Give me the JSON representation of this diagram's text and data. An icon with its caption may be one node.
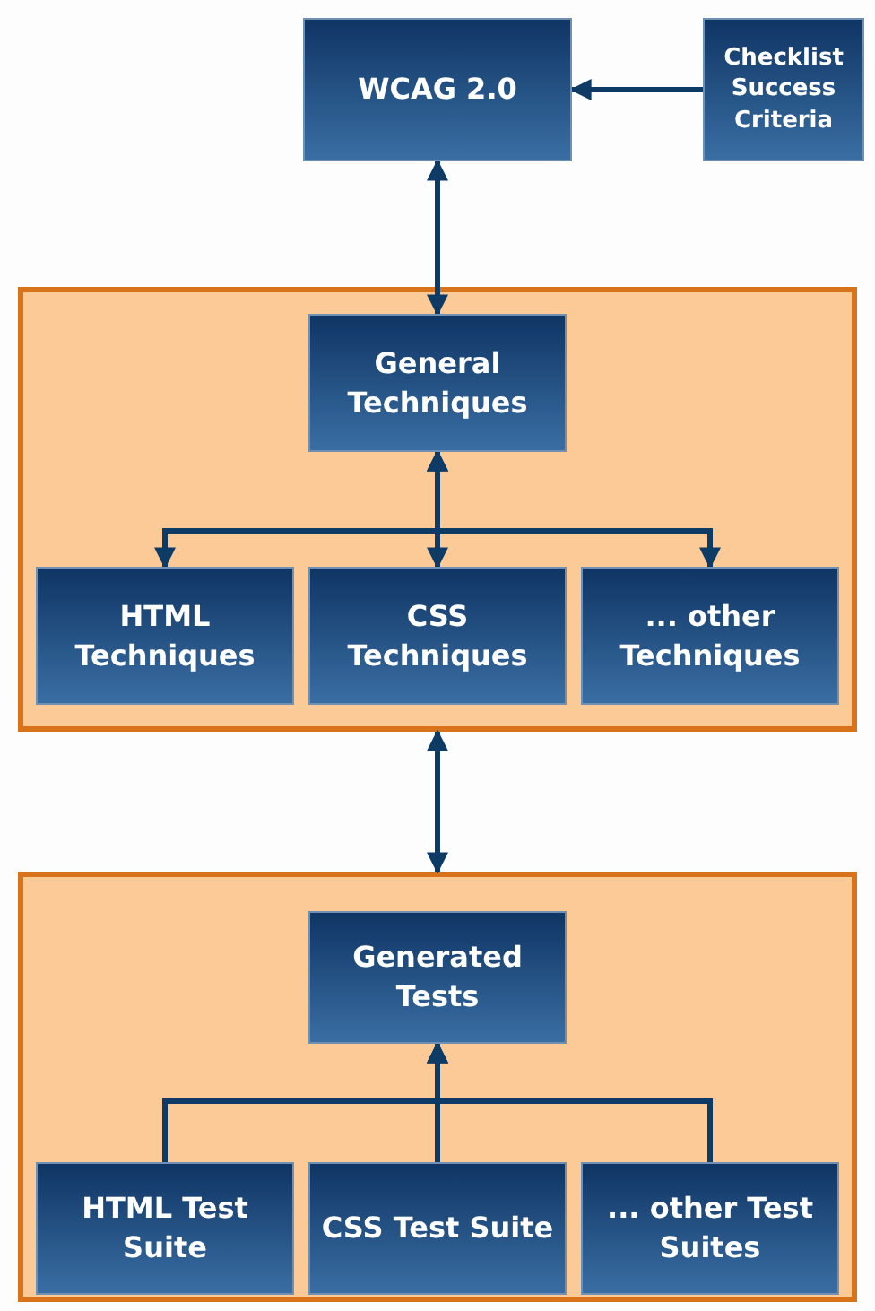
{
  "diagram": {
    "nodes": [
      {
        "text": [
          "WCAG 2.0"
        ]
      },
      {
        "text": [
          "Checklist Success Criteria"
        ]
      },
      {
        "text": [],
        "shape": "box"
      },
      {
        "text": [
          "General Techniques"
        ],
        "in": 2
      },
      {
        "text": [
          "HTML Techniques"
        ],
        "in": 2
      },
      {
        "text": [
          "CSS Techniques"
        ],
        "in": 2
      },
      {
        "text": [
          "... other Techniques"
        ],
        "in": 2
      },
      {
        "text": [],
        "shape": "box"
      },
      {
        "text": [
          "Generated Tests"
        ],
        "in": 7
      },
      {
        "text": [
          "HTML Test Suite"
        ],
        "in": 7
      },
      {
        "text": [
          "CSS Test Suite"
        ],
        "in": 7
      },
      {
        "text": [
          "... other Test Suites"
        ],
        "in": 7
      }
    ],
    "edges": [
      {
        "from": 1,
        "to": 0,
        "arrow": "to"
      },
      {
        "from": 0,
        "to": 3,
        "arrow": "both"
      },
      {
        "from": 3,
        "to": 4,
        "arrow": "both"
      },
      {
        "from": 3,
        "to": 5,
        "arrow": "both"
      },
      {
        "from": 3,
        "to": 6,
        "arrow": "both"
      },
      {
        "from": 2,
        "to": 7,
        "arrow": "both"
      },
      {
        "from": 9,
        "to": 8,
        "arrow": "to"
      },
      {
        "from": 10,
        "to": 8,
        "arrow": "to"
      },
      {
        "from": 11,
        "to": 8,
        "arrow": "to"
      }
    ]
  }
}
